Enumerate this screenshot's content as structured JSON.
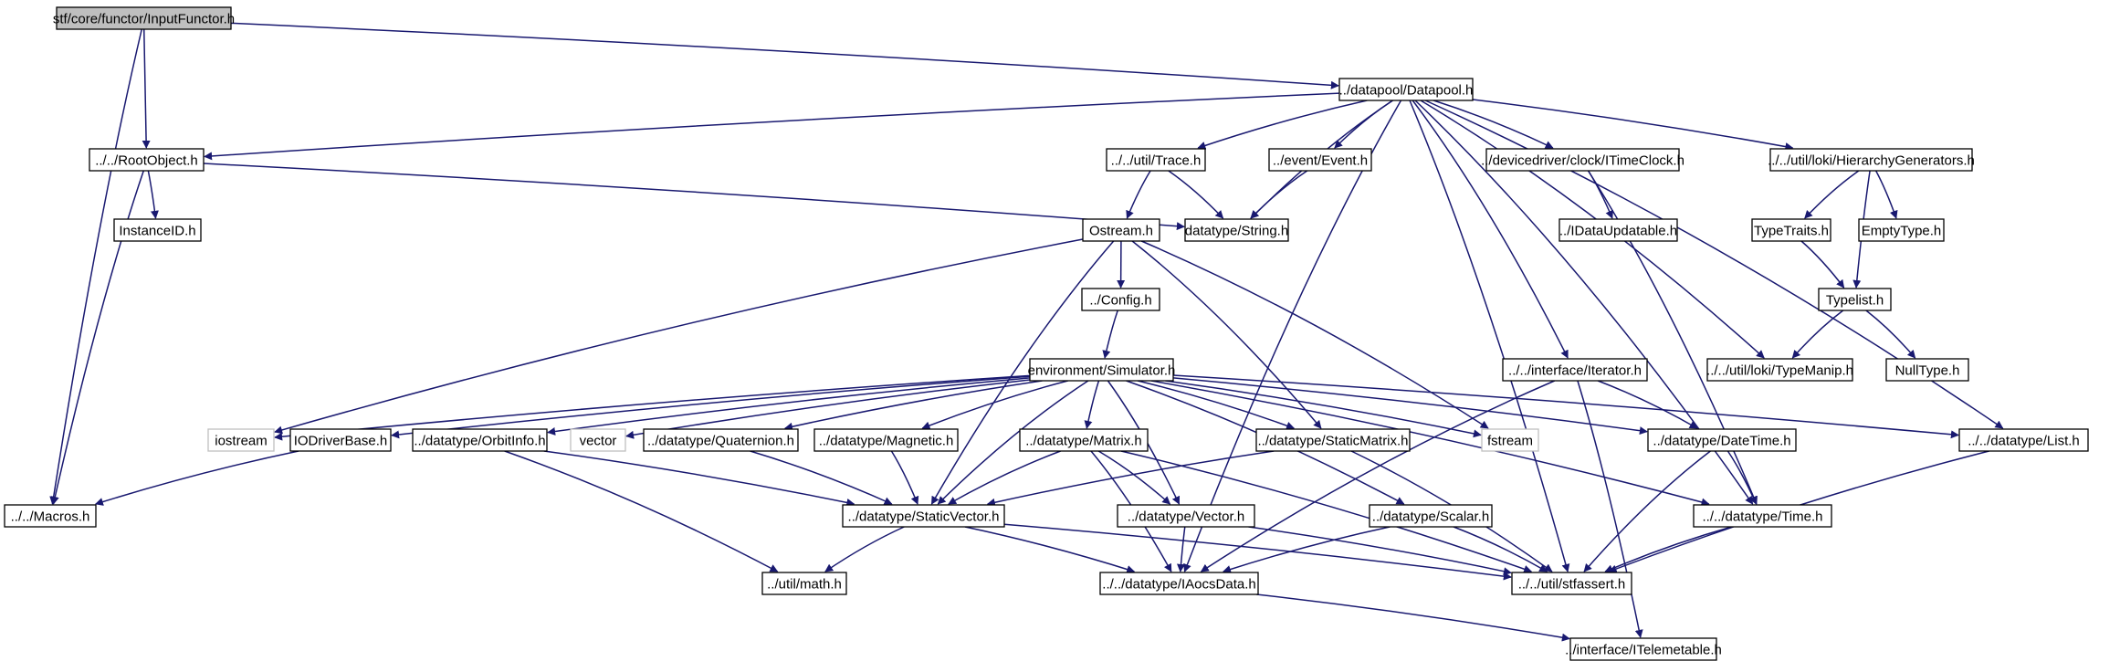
{
  "graph": {
    "type": "include-dependency-graph",
    "nodes": [
      {
        "id": "inputfunctor",
        "label": "stf/core/functor/InputFunctor.h",
        "style": "root"
      },
      {
        "id": "datapool",
        "label": "../datapool/Datapool.h",
        "style": "normal"
      },
      {
        "id": "rootobject",
        "label": "../../RootObject.h",
        "style": "normal"
      },
      {
        "id": "macros",
        "label": "../../Macros.h",
        "style": "normal"
      },
      {
        "id": "instanceid",
        "label": "InstanceID.h",
        "style": "normal"
      },
      {
        "id": "trace",
        "label": "../../util/Trace.h",
        "style": "normal"
      },
      {
        "id": "event",
        "label": "../event/Event.h",
        "style": "normal"
      },
      {
        "id": "string",
        "label": "datatype/String.h",
        "style": "normal"
      },
      {
        "id": "itimeclock",
        "label": "../devicedriver/clock/ITimeClock.h",
        "style": "normal"
      },
      {
        "id": "idataupdatable",
        "label": "../IDataUpdatable.h",
        "style": "normal"
      },
      {
        "id": "hiergen",
        "label": "../../util/loki/HierarchyGenerators.h",
        "style": "normal"
      },
      {
        "id": "typetraits",
        "label": "TypeTraits.h",
        "style": "normal"
      },
      {
        "id": "emptytype",
        "label": "EmptyType.h",
        "style": "normal"
      },
      {
        "id": "typelist",
        "label": "Typelist.h",
        "style": "normal"
      },
      {
        "id": "typemanip",
        "label": "../../util/loki/TypeManip.h",
        "style": "normal"
      },
      {
        "id": "nulltype",
        "label": "NullType.h",
        "style": "normal"
      },
      {
        "id": "ostream",
        "label": "Ostream.h",
        "style": "normal"
      },
      {
        "id": "config",
        "label": "../Config.h",
        "style": "normal"
      },
      {
        "id": "simulator",
        "label": "environment/Simulator.h",
        "style": "normal"
      },
      {
        "id": "iterator",
        "label": "../../interface/Iterator.h",
        "style": "normal"
      },
      {
        "id": "iostream",
        "label": "iostream",
        "style": "system"
      },
      {
        "id": "iodriverbase",
        "label": "IODriverBase.h",
        "style": "normal"
      },
      {
        "id": "orbitinfo",
        "label": "../datatype/OrbitInfo.h",
        "style": "normal"
      },
      {
        "id": "vector",
        "label": "vector",
        "style": "system"
      },
      {
        "id": "quaternion",
        "label": "../datatype/Quaternion.h",
        "style": "normal"
      },
      {
        "id": "magnetic",
        "label": "../datatype/Magnetic.h",
        "style": "normal"
      },
      {
        "id": "matrix",
        "label": "../datatype/Matrix.h",
        "style": "normal"
      },
      {
        "id": "staticmatrix",
        "label": "../datatype/StaticMatrix.h",
        "style": "normal"
      },
      {
        "id": "fstream",
        "label": "fstream",
        "style": "system"
      },
      {
        "id": "datetime",
        "label": "../datatype/DateTime.h",
        "style": "normal"
      },
      {
        "id": "list",
        "label": "../../datatype/List.h",
        "style": "normal"
      },
      {
        "id": "staticvector",
        "label": "../datatype/StaticVector.h",
        "style": "normal"
      },
      {
        "id": "vectorh",
        "label": "../datatype/Vector.h",
        "style": "normal"
      },
      {
        "id": "scalar",
        "label": "../datatype/Scalar.h",
        "style": "normal"
      },
      {
        "id": "time",
        "label": "../../datatype/Time.h",
        "style": "normal"
      },
      {
        "id": "math",
        "label": "../util/math.h",
        "style": "normal"
      },
      {
        "id": "iaocsdata",
        "label": "../../datatype/IAocsData.h",
        "style": "normal"
      },
      {
        "id": "stfassert",
        "label": "../../util/stfassert.h",
        "style": "normal"
      },
      {
        "id": "itelemetable",
        "label": "../interface/ITelemetable.h",
        "style": "normal"
      }
    ],
    "edges": [
      [
        "inputfunctor",
        "datapool"
      ],
      [
        "inputfunctor",
        "rootobject"
      ],
      [
        "inputfunctor",
        "macros"
      ],
      [
        "datapool",
        "rootobject"
      ],
      [
        "datapool",
        "trace"
      ],
      [
        "datapool",
        "event"
      ],
      [
        "datapool",
        "string"
      ],
      [
        "datapool",
        "itimeclock"
      ],
      [
        "datapool",
        "hiergen"
      ],
      [
        "datapool",
        "typemanip"
      ],
      [
        "datapool",
        "iterator"
      ],
      [
        "datapool",
        "list"
      ],
      [
        "datapool",
        "time"
      ],
      [
        "datapool",
        "stfassert"
      ],
      [
        "datapool",
        "iaocsdata"
      ],
      [
        "rootobject",
        "instanceid"
      ],
      [
        "rootobject",
        "macros"
      ],
      [
        "rootobject",
        "string"
      ],
      [
        "trace",
        "ostream"
      ],
      [
        "trace",
        "string"
      ],
      [
        "event",
        "string"
      ],
      [
        "itimeclock",
        "idataupdatable"
      ],
      [
        "itimeclock",
        "time"
      ],
      [
        "hiergen",
        "typetraits"
      ],
      [
        "hiergen",
        "emptytype"
      ],
      [
        "hiergen",
        "typelist"
      ],
      [
        "typetraits",
        "typelist"
      ],
      [
        "typelist",
        "typemanip"
      ],
      [
        "typelist",
        "nulltype"
      ],
      [
        "ostream",
        "config"
      ],
      [
        "ostream",
        "iostream"
      ],
      [
        "ostream",
        "staticvector"
      ],
      [
        "ostream",
        "staticmatrix"
      ],
      [
        "ostream",
        "fstream"
      ],
      [
        "config",
        "simulator"
      ],
      [
        "simulator",
        "iostream"
      ],
      [
        "simulator",
        "iodriverbase"
      ],
      [
        "simulator",
        "orbitinfo"
      ],
      [
        "simulator",
        "vector"
      ],
      [
        "simulator",
        "quaternion"
      ],
      [
        "simulator",
        "magnetic"
      ],
      [
        "simulator",
        "matrix"
      ],
      [
        "simulator",
        "staticmatrix"
      ],
      [
        "simulator",
        "fstream"
      ],
      [
        "simulator",
        "datetime"
      ],
      [
        "simulator",
        "list"
      ],
      [
        "simulator",
        "staticvector"
      ],
      [
        "simulator",
        "vectorh"
      ],
      [
        "simulator",
        "scalar"
      ],
      [
        "simulator",
        "time"
      ],
      [
        "iterator",
        "datetime"
      ],
      [
        "iterator",
        "iaocsdata"
      ],
      [
        "iterator",
        "itelemetable"
      ],
      [
        "iodriverbase",
        "macros"
      ],
      [
        "orbitinfo",
        "staticvector"
      ],
      [
        "orbitinfo",
        "math"
      ],
      [
        "quaternion",
        "staticvector"
      ],
      [
        "magnetic",
        "staticvector"
      ],
      [
        "matrix",
        "staticvector"
      ],
      [
        "matrix",
        "vectorh"
      ],
      [
        "matrix",
        "iaocsdata"
      ],
      [
        "matrix",
        "stfassert"
      ],
      [
        "staticmatrix",
        "staticvector"
      ],
      [
        "staticmatrix",
        "stfassert"
      ],
      [
        "datetime",
        "time"
      ],
      [
        "datetime",
        "stfassert"
      ],
      [
        "list",
        "stfassert"
      ],
      [
        "staticvector",
        "math"
      ],
      [
        "staticvector",
        "iaocsdata"
      ],
      [
        "staticvector",
        "stfassert"
      ],
      [
        "vectorh",
        "iaocsdata"
      ],
      [
        "vectorh",
        "stfassert"
      ],
      [
        "scalar",
        "iaocsdata"
      ],
      [
        "scalar",
        "stfassert"
      ],
      [
        "time",
        "stfassert"
      ],
      [
        "iaocsdata",
        "itelemetable"
      ]
    ]
  }
}
